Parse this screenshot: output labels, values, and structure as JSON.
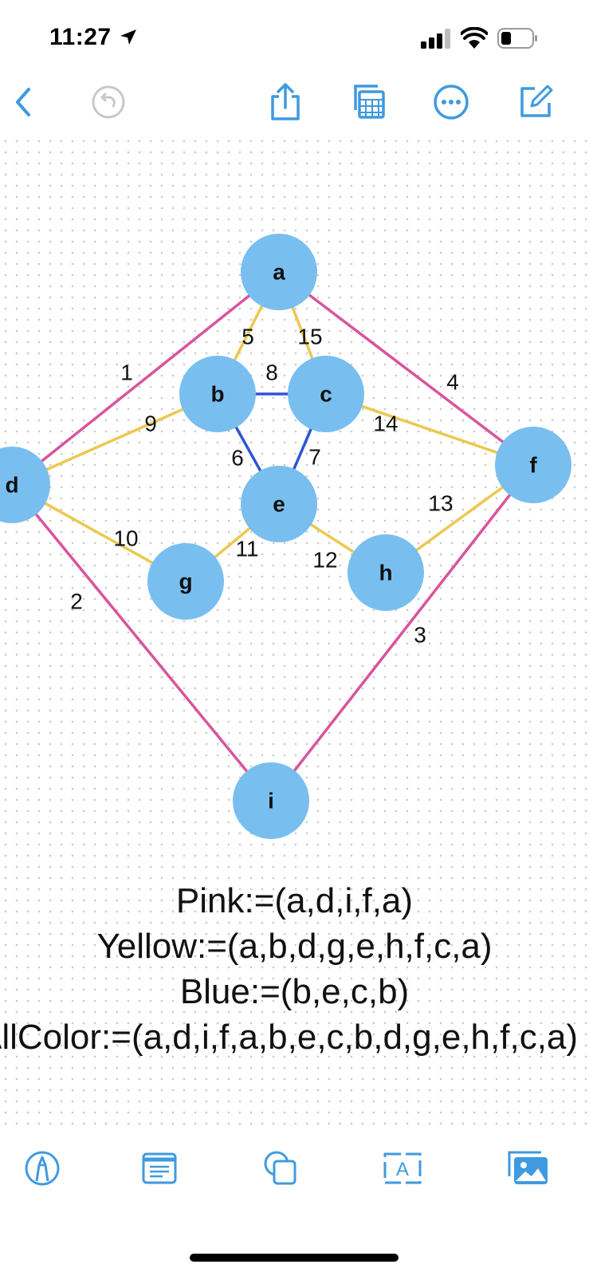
{
  "status_bar": {
    "time": "11:27",
    "icons": [
      "location-arrow-icon",
      "cellular-signal-icon",
      "wifi-icon",
      "battery-icon"
    ]
  },
  "toolbar": {
    "icons": [
      "back-chevron-icon",
      "undo-icon",
      "share-icon",
      "grid-view-icon",
      "more-icon",
      "compose-icon"
    ]
  },
  "accent_color": "#3f9ae0",
  "graph": {
    "node_color": "#78bff0",
    "edge_colors": {
      "pink": "#d9559a",
      "yellow": "#ecc84e",
      "blue": "#2f53d8"
    },
    "nodes": [
      {
        "id": "a",
        "label": "a"
      },
      {
        "id": "b",
        "label": "b"
      },
      {
        "id": "c",
        "label": "c"
      },
      {
        "id": "d",
        "label": "d"
      },
      {
        "id": "e",
        "label": "e"
      },
      {
        "id": "f",
        "label": "f"
      },
      {
        "id": "g",
        "label": "g"
      },
      {
        "id": "h",
        "label": "h"
      },
      {
        "id": "i",
        "label": "i"
      }
    ],
    "edges": [
      {
        "from": "a",
        "to": "d",
        "color": "pink",
        "label": "1"
      },
      {
        "from": "d",
        "to": "i",
        "color": "pink",
        "label": "2"
      },
      {
        "from": "i",
        "to": "f",
        "color": "pink",
        "label": "3"
      },
      {
        "from": "f",
        "to": "a",
        "color": "pink",
        "label": "4"
      },
      {
        "from": "a",
        "to": "b",
        "color": "yellow",
        "label": "5"
      },
      {
        "from": "b",
        "to": "e",
        "color": "blue",
        "label": "6"
      },
      {
        "from": "e",
        "to": "c",
        "color": "blue",
        "label": "7"
      },
      {
        "from": "c",
        "to": "b",
        "color": "blue",
        "label": "8"
      },
      {
        "from": "b",
        "to": "d",
        "color": "yellow",
        "label": "9"
      },
      {
        "from": "d",
        "to": "g",
        "color": "yellow",
        "label": "10"
      },
      {
        "from": "g",
        "to": "e",
        "color": "yellow",
        "label": "11"
      },
      {
        "from": "e",
        "to": "h",
        "color": "yellow",
        "label": "12"
      },
      {
        "from": "h",
        "to": "f",
        "color": "yellow",
        "label": "13"
      },
      {
        "from": "f",
        "to": "c",
        "color": "yellow",
        "label": "14"
      },
      {
        "from": "c",
        "to": "a",
        "color": "yellow",
        "label": "15"
      }
    ]
  },
  "formulas": [
    "Pink:=(a,d,i,f,a)",
    "Yellow:=(a,b,d,g,e,h,f,c,a)",
    "Blue:=(b,e,c,b)",
    "AllColor:=(a,d,i,f,a,b,e,c,b,d,g,e,h,f,c,a)"
  ],
  "bottom_bar": {
    "icons": [
      "pen-tool-icon",
      "text-card-icon",
      "shapes-icon",
      "text-box-icon",
      "image-gallery-icon"
    ]
  }
}
